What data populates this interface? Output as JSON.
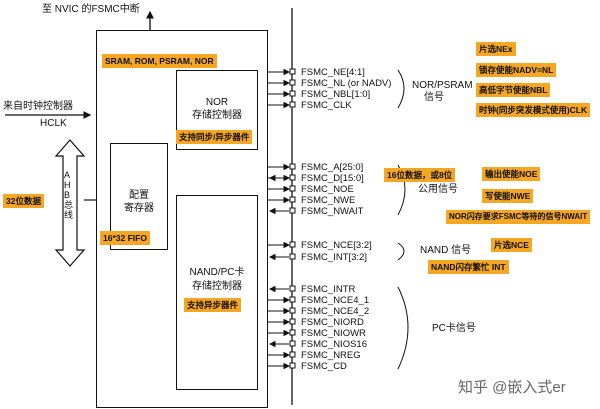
{
  "top_label": "至 NVIC 的FSMC中断",
  "clock_label": "来自时钟控制器",
  "hclk": "HCLK",
  "ahb": "AHB总线",
  "bus_width_tag": "32位数据",
  "inner": {
    "mem_tag": "SRAM, ROM, PSRAM, NOR",
    "nor_title_1": "NOR",
    "nor_title_2": "存储控制器",
    "nor_tag": "支持同步/异步器件",
    "cfg_1": "配置",
    "cfg_2": "寄存器",
    "fifo_tag": "16*32 FIFO",
    "nand_title_1": "NAND/PC卡",
    "nand_title_2": "存储控制器",
    "nand_tag": "支持异步器件"
  },
  "nor_signals": [
    "FSMC_NE[4:1]",
    "FSMC_NL (or NADV)",
    "FSMC_NBL[1:0]",
    "FSMC_CLK"
  ],
  "nor_group": [
    "NOR/PSRAM",
    "信号"
  ],
  "nor_tags": [
    "片选NEx",
    "锁存使能NADV=NL",
    "高低字节使能NBL",
    "时钟(同步突发模式使用)CLK"
  ],
  "common_signals": [
    "FSMC_A[25:0]",
    "FSMC_D[15:0]",
    "FSMC_NOE",
    "FSMC_NWE",
    "FSMC_NWAIT"
  ],
  "common_group": "公用信号",
  "common_tags": [
    "16位数据，或8位",
    "输出使能NOE",
    "写使能NWE",
    "NOR闪存要求FSMC等待的信号NWAIT"
  ],
  "nand_signals": [
    "FSMC_NCE[3:2]",
    "FSMC_INT[3:2]"
  ],
  "nand_group": "NAND 信号",
  "nand_tags": [
    "片选NCE",
    "NAND闪存繁忙 INT"
  ],
  "pc_signals": [
    "FSMC_INTR",
    "FSMC_NCE4_1",
    "FSMC_NCE4_2",
    "FSMC_NIORD",
    "FSMC_NIOWR",
    "FSMC_NIOS16",
    "FSMC_NREG",
    "FSMC_CD"
  ],
  "pc_group": "PC卡信号",
  "watermark": "知乎 @嵌入式er"
}
